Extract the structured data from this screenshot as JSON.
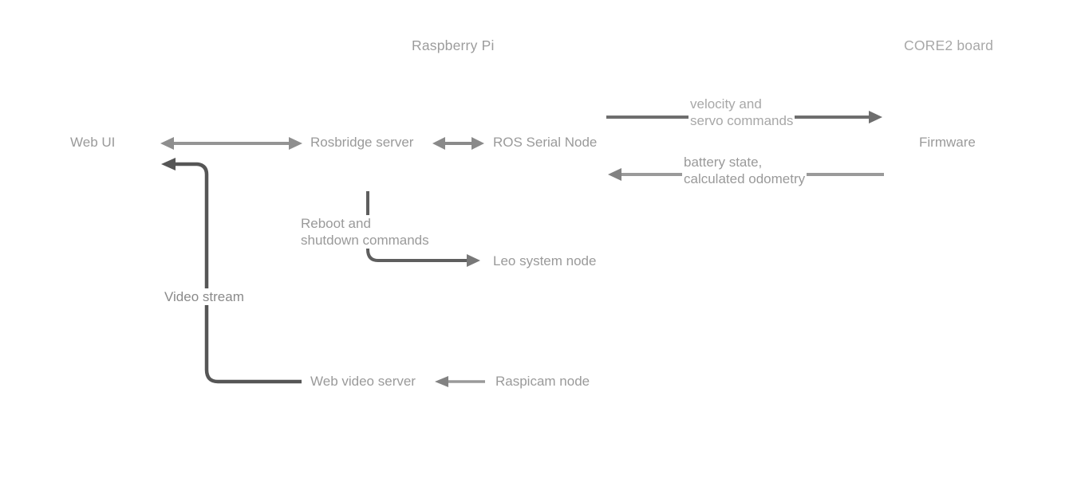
{
  "diagram": {
    "group_titles": {
      "raspberry_pi": "Raspberry Pi",
      "core2_board": "CORE2 board"
    },
    "nodes": {
      "web_ui": "Web UI",
      "rosbridge_server": "Rosbridge server",
      "ros_serial_node": "ROS Serial Node",
      "firmware": "Firmware",
      "leo_system_node": "Leo system node",
      "web_video_server": "Web video server",
      "raspicam_node": "Raspicam node"
    },
    "edge_labels": {
      "velocity": "velocity and\nservo commands",
      "battery": "battery state,\ncalculated odometry",
      "reboot": "Reboot and\nshutdown commands",
      "video_stream": "Video stream"
    },
    "colors": {
      "background": "#ffffff",
      "text_mid_gray": "#9a9a9a",
      "text_light_gray": "#a8a8a8",
      "line_gray": "#949494",
      "line_dark_gray": "#565656",
      "line_velocity": "#6e6e6e",
      "line_reboot": "#5e5e5e",
      "arrowhead_gray": "#828282"
    }
  }
}
